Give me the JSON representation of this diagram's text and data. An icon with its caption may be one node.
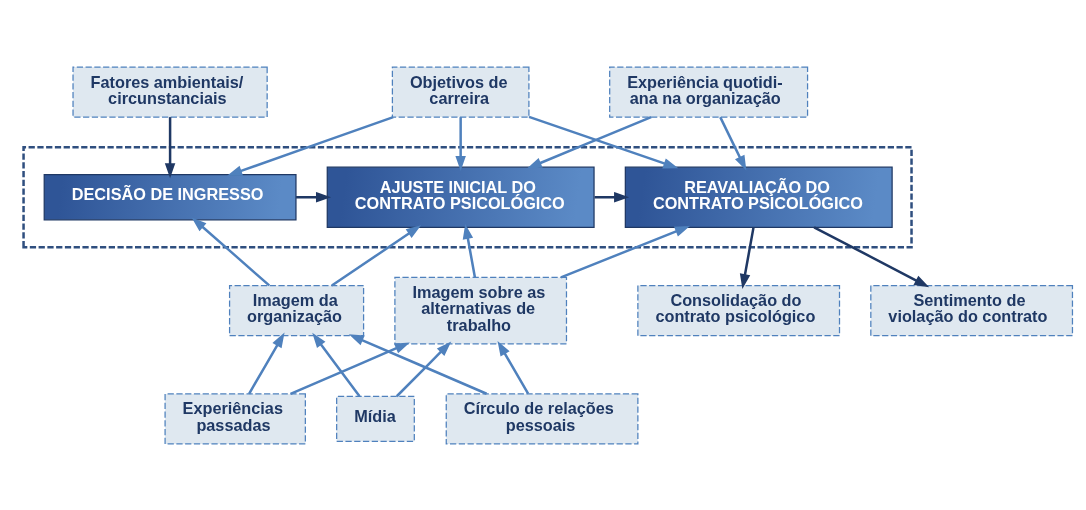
{
  "diagram": {
    "nodes": [
      {
        "text": [
          "Objetivos de carreira"
        ]
      },
      {
        "text": [
          "Fatores ambientais/ circunstanciais"
        ]
      },
      {
        "text": [
          "Experiência quotidi- ana na organização"
        ]
      },
      {
        "text": [],
        "shape": "box"
      },
      {
        "text": [
          "DECISÃO DE INGRESSO"
        ],
        "in": 3
      },
      {
        "text": [
          "AJUSTE INICIAL DO CONTRATO PSICOLÓGICO"
        ],
        "in": 3
      },
      {
        "text": [
          "REAVALIAÇÃO DO CONTRATO PSICOLÓGICO"
        ],
        "in": 3
      },
      {
        "text": [
          "Consolidação do contrato psicológico"
        ]
      },
      {
        "text": [
          "Sentimento de violação do contrato"
        ]
      },
      {
        "text": [
          "Círculo de relações pessoais"
        ]
      },
      {
        "text": [
          "Imagem da organização"
        ]
      },
      {
        "text": [
          "Imagem sobre as alternativas de trabalho"
        ]
      },
      {
        "text": [
          "Experiências passadas"
        ]
      },
      {
        "text": [
          "Mídia"
        ]
      }
    ],
    "edges": [
      {
        "from": 0,
        "to": 4,
        "arrow": "to"
      },
      {
        "from": 0,
        "to": 5,
        "arrow": "to"
      },
      {
        "from": 0,
        "to": 6,
        "arrow": "to"
      },
      {
        "from": 1,
        "to": 4,
        "arrow": "to",
        "color": "#1f3864"
      },
      {
        "from": 2,
        "to": 5,
        "arrow": "to"
      },
      {
        "from": 2,
        "to": 6,
        "arrow": "to"
      },
      {
        "from": 4,
        "to": 5,
        "arrow": "to",
        "color": "#1f3864"
      },
      {
        "from": 5,
        "to": 6,
        "arrow": "to",
        "color": "#1f3864"
      },
      {
        "from": 6,
        "to": 7,
        "arrow": "to",
        "color": "#1f3864"
      },
      {
        "from": 6,
        "to": 8,
        "arrow": "to",
        "color": "#1f3864"
      },
      {
        "from": 10,
        "to": 4,
        "arrow": "to"
      },
      {
        "from": 10,
        "to": 5,
        "arrow": "to"
      },
      {
        "from": 11,
        "to": 5,
        "arrow": "to"
      },
      {
        "from": 11,
        "to": 6,
        "arrow": "to"
      },
      {
        "from": 9,
        "to": 10,
        "arrow": "to"
      },
      {
        "from": 9,
        "to": 11,
        "arrow": "to"
      },
      {
        "from": 12,
        "to": 10,
        "arrow": "to"
      },
      {
        "from": 12,
        "to": 11,
        "arrow": "to"
      },
      {
        "from": 13,
        "to": 10,
        "arrow": "to"
      },
      {
        "from": 13,
        "to": 11,
        "arrow": "to"
      }
    ]
  }
}
